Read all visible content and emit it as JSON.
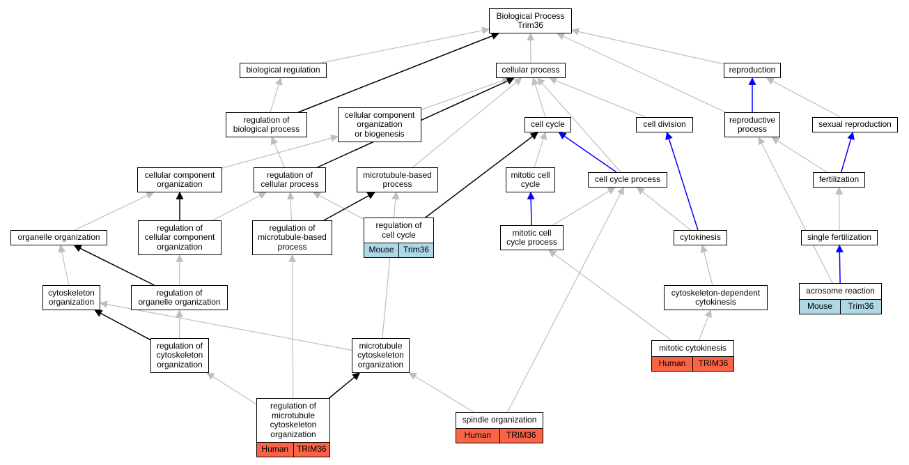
{
  "nodes": [
    {
      "id": "bp",
      "label": "Biological Process\nTrim36"
    },
    {
      "id": "bioreg",
      "label": "biological regulation"
    },
    {
      "id": "cellproc",
      "label": "cellular process"
    },
    {
      "id": "repro",
      "label": "reproduction"
    },
    {
      "id": "regbio",
      "label": "regulation of\nbiological process"
    },
    {
      "id": "ccob",
      "label": "cellular component\norganization\nor biogenesis"
    },
    {
      "id": "cellcycle",
      "label": "cell cycle"
    },
    {
      "id": "celldiv",
      "label": "cell division"
    },
    {
      "id": "reproproc",
      "label": "reproductive\nprocess"
    },
    {
      "id": "sexrepro",
      "label": "sexual reproduction"
    },
    {
      "id": "cco",
      "label": "cellular component\norganization"
    },
    {
      "id": "regcp",
      "label": "regulation of\ncellular process"
    },
    {
      "id": "mtbp",
      "label": "microtubule-based\nprocess"
    },
    {
      "id": "mitcc",
      "label": "mitotic cell\ncycle"
    },
    {
      "id": "ccproc",
      "label": "cell cycle process"
    },
    {
      "id": "fert",
      "label": "fertilization"
    },
    {
      "id": "orgorg",
      "label": "organelle organization"
    },
    {
      "id": "regcco",
      "label": "regulation of\ncellular component\norganization"
    },
    {
      "id": "regmtbp",
      "label": "regulation of\nmicrotubule-based\nprocess"
    },
    {
      "id": "regcc",
      "label": "regulation of\ncell cycle",
      "annotation": {
        "type": "mouse",
        "species": "Mouse",
        "gene": "Trim36"
      }
    },
    {
      "id": "mitccp",
      "label": "mitotic cell\ncycle process"
    },
    {
      "id": "cytokin",
      "label": "cytokinesis"
    },
    {
      "id": "singfert",
      "label": "single fertilization"
    },
    {
      "id": "cytoorg",
      "label": "cytoskeleton\norganization"
    },
    {
      "id": "regorg",
      "label": "regulation of\norganelle organization"
    },
    {
      "id": "acro",
      "label": "acrosome reaction",
      "annotation": {
        "type": "mouse",
        "species": "Mouse",
        "gene": "Trim36"
      }
    },
    {
      "id": "cdcyto",
      "label": "cytoskeleton-dependent\ncytokinesis"
    },
    {
      "id": "regcyto",
      "label": "regulation of\ncytoskeleton\norganization"
    },
    {
      "id": "mtcyto",
      "label": "microtubule\ncytoskeleton\norganization"
    },
    {
      "id": "mitcyto",
      "label": "mitotic cytokinesis",
      "annotation": {
        "type": "human",
        "species": "Human",
        "gene": "TRIM36"
      }
    },
    {
      "id": "regmtcyto",
      "label": "regulation of\nmicrotubule\ncytoskeleton\norganization",
      "annotation": {
        "type": "human",
        "species": "Human",
        "gene": "TRIM36"
      }
    },
    {
      "id": "spindle",
      "label": "spindle organization",
      "annotation": {
        "type": "human",
        "species": "Human",
        "gene": "TRIM36"
      }
    }
  ],
  "edges": [
    {
      "from": "bioreg",
      "to": "bp",
      "kind": "is_a"
    },
    {
      "from": "cellproc",
      "to": "bp",
      "kind": "is_a"
    },
    {
      "from": "repro",
      "to": "bp",
      "kind": "is_a"
    },
    {
      "from": "regbio",
      "to": "bp",
      "kind": "regulates"
    },
    {
      "from": "reproproc",
      "to": "bp",
      "kind": "is_a"
    },
    {
      "from": "regbio",
      "to": "bioreg",
      "kind": "is_a"
    },
    {
      "from": "reproproc",
      "to": "repro",
      "kind": "part_of"
    },
    {
      "from": "sexrepro",
      "to": "repro",
      "kind": "is_a"
    },
    {
      "from": "ccob",
      "to": "cellproc",
      "kind": "is_a"
    },
    {
      "from": "cellcycle",
      "to": "cellproc",
      "kind": "is_a"
    },
    {
      "from": "celldiv",
      "to": "cellproc",
      "kind": "is_a"
    },
    {
      "from": "regcp",
      "to": "cellproc",
      "kind": "regulates"
    },
    {
      "from": "mtbp",
      "to": "cellproc",
      "kind": "is_a"
    },
    {
      "from": "ccproc",
      "to": "cellproc",
      "kind": "is_a"
    },
    {
      "from": "cco",
      "to": "ccob",
      "kind": "is_a"
    },
    {
      "from": "regcp",
      "to": "regbio",
      "kind": "is_a"
    },
    {
      "from": "mitcc",
      "to": "cellcycle",
      "kind": "is_a"
    },
    {
      "from": "ccproc",
      "to": "cellcycle",
      "kind": "part_of"
    },
    {
      "from": "regcc",
      "to": "cellcycle",
      "kind": "regulates"
    },
    {
      "from": "cytokin",
      "to": "celldiv",
      "kind": "part_of"
    },
    {
      "from": "fert",
      "to": "sexrepro",
      "kind": "part_of"
    },
    {
      "from": "fert",
      "to": "reproproc",
      "kind": "is_a"
    },
    {
      "from": "acro",
      "to": "reproproc",
      "kind": "is_a"
    },
    {
      "from": "orgorg",
      "to": "cco",
      "kind": "is_a"
    },
    {
      "from": "regcco",
      "to": "cco",
      "kind": "regulates"
    },
    {
      "from": "regcco",
      "to": "regcp",
      "kind": "is_a"
    },
    {
      "from": "regmtbp",
      "to": "regcp",
      "kind": "is_a"
    },
    {
      "from": "regcc",
      "to": "regcp",
      "kind": "is_a"
    },
    {
      "from": "regmtbp",
      "to": "mtbp",
      "kind": "regulates"
    },
    {
      "from": "mtcyto",
      "to": "mtbp",
      "kind": "is_a"
    },
    {
      "from": "mitccp",
      "to": "mitcc",
      "kind": "part_of"
    },
    {
      "from": "mitccp",
      "to": "ccproc",
      "kind": "is_a"
    },
    {
      "from": "cytokin",
      "to": "ccproc",
      "kind": "is_a"
    },
    {
      "from": "spindle",
      "to": "ccproc",
      "kind": "is_a"
    },
    {
      "from": "singfert",
      "to": "fert",
      "kind": "is_a"
    },
    {
      "from": "cytoorg",
      "to": "orgorg",
      "kind": "is_a"
    },
    {
      "from": "regorg",
      "to": "orgorg",
      "kind": "regulates"
    },
    {
      "from": "regorg",
      "to": "regcco",
      "kind": "is_a"
    },
    {
      "from": "regmtcyto",
      "to": "regmtbp",
      "kind": "is_a"
    },
    {
      "from": "mitcyto",
      "to": "mitccp",
      "kind": "is_a"
    },
    {
      "from": "cdcyto",
      "to": "cytokin",
      "kind": "is_a"
    },
    {
      "from": "acro",
      "to": "singfert",
      "kind": "part_of"
    },
    {
      "from": "regcyto",
      "to": "cytoorg",
      "kind": "regulates"
    },
    {
      "from": "mtcyto",
      "to": "cytoorg",
      "kind": "is_a"
    },
    {
      "from": "regcyto",
      "to": "regorg",
      "kind": "is_a"
    },
    {
      "from": "mitcyto",
      "to": "cdcyto",
      "kind": "is_a"
    },
    {
      "from": "regmtcyto",
      "to": "regcyto",
      "kind": "is_a"
    },
    {
      "from": "regmtcyto",
      "to": "mtcyto",
      "kind": "regulates"
    },
    {
      "from": "spindle",
      "to": "mtcyto",
      "kind": "is_a"
    }
  ],
  "colors": {
    "is_a": "#bebebe",
    "part_of": "#0000ff",
    "regulates": "#000000",
    "mouse_annotation": "#add8e6",
    "human_annotation": "#fa6446"
  }
}
